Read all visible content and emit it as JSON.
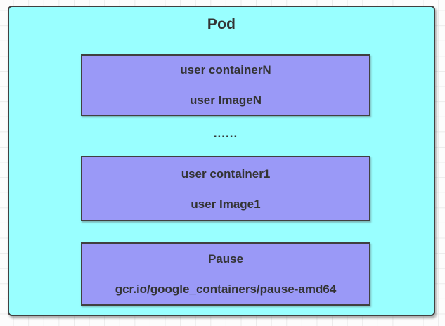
{
  "pod": {
    "title": "Pod",
    "ellipsis": "......",
    "containers": [
      {
        "name": "user containerN",
        "image": "user ImageN"
      },
      {
        "name": "user container1",
        "image": "user Image1"
      },
      {
        "name": "Pause",
        "image": "gcr.io/google_containers/pause-amd64"
      }
    ]
  },
  "colors": {
    "pod_fill": "#99FFFF",
    "container_fill": "#9A99F7",
    "shape_border": "#404040",
    "text": "#333333",
    "grid_line": "#EBEBEB",
    "canvas_background": "#FCFCFC"
  }
}
